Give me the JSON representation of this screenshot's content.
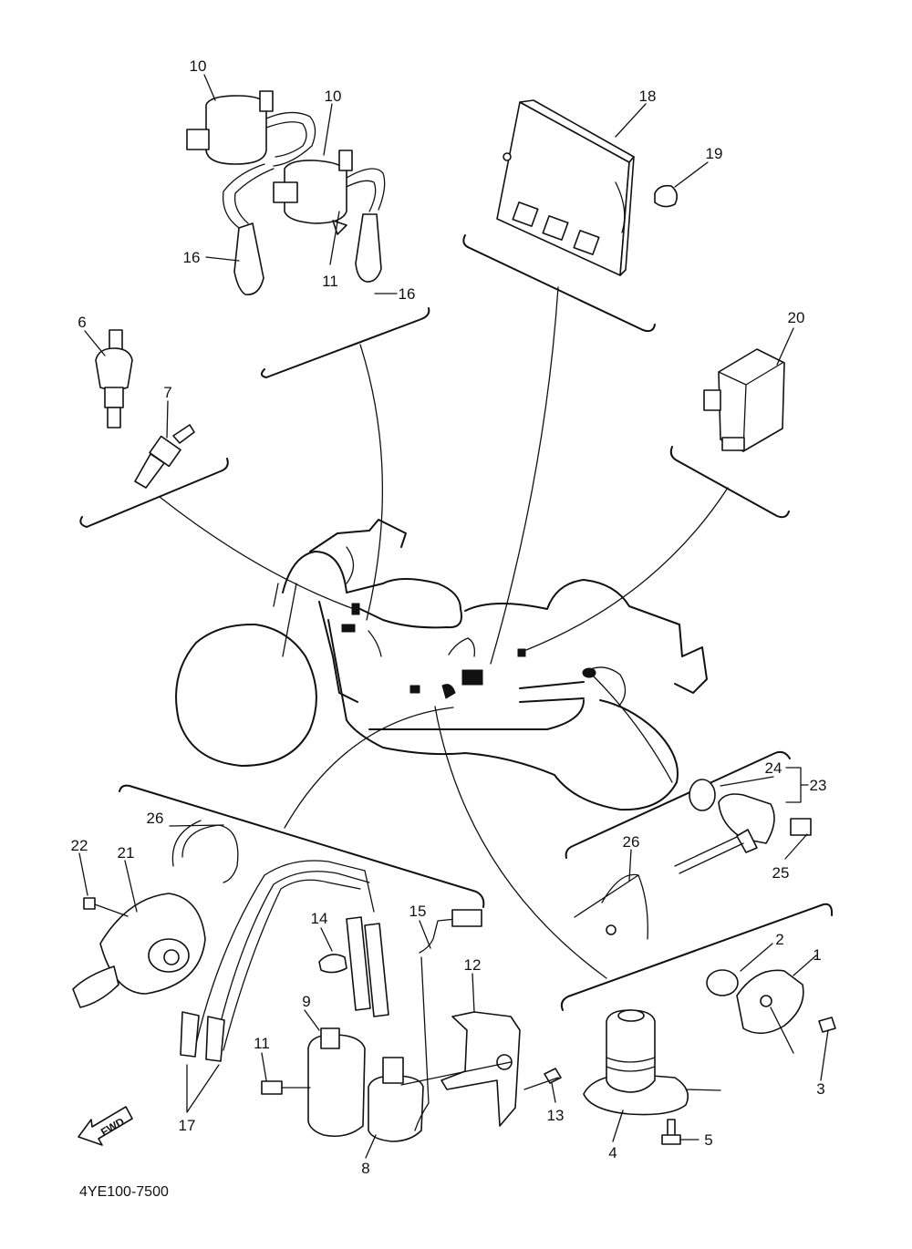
{
  "diagram": {
    "code": "4YE100-7500",
    "fwd_label": "FWD",
    "callouts": {
      "c10a": "10",
      "c10b": "10",
      "c18": "18",
      "c19": "19",
      "c16a": "16",
      "c16b": "16",
      "c11a": "11",
      "c6": "6",
      "c7": "7",
      "c20": "20",
      "c24": "24",
      "c23": "23",
      "c25": "25",
      "c26a": "26",
      "c26b": "26",
      "c22": "22",
      "c21": "21",
      "c14": "14",
      "c15": "15",
      "c12": "12",
      "c9": "9",
      "c11b": "11",
      "c17": "17",
      "c8": "8",
      "c13": "13",
      "c2": "2",
      "c1": "1",
      "c3": "3",
      "c4": "4",
      "c5": "5"
    }
  }
}
